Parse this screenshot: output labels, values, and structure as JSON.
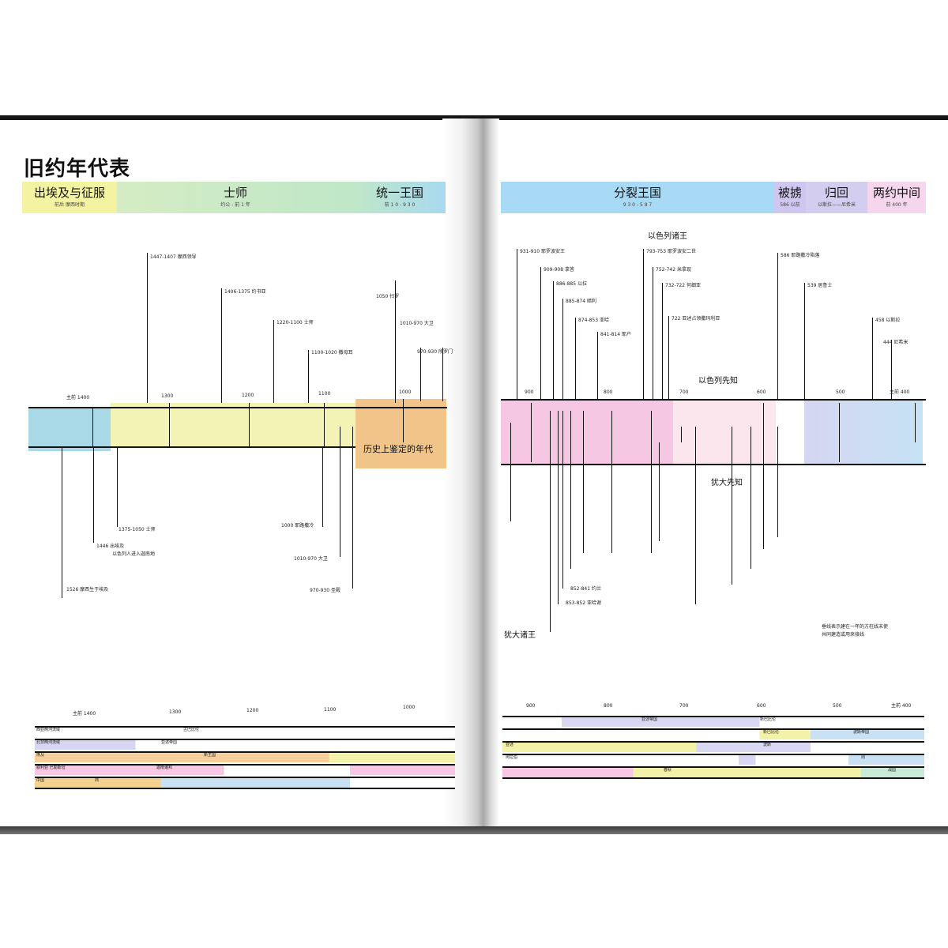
{
  "title": "旧约年代表",
  "left_bands": [
    {
      "label": "出埃及与征服",
      "sub": "前后 摩西时期"
    },
    {
      "label": "士师",
      "sub": "约公 - 前 1 年"
    },
    {
      "label": "统一王国",
      "sub": "前 1 0 - 9 3 0"
    }
  ],
  "right_bands": [
    {
      "label": "分裂王国",
      "sub": "9 3 0 - 5 8 7"
    },
    {
      "label": "被掳",
      "sub": "586 以前"
    },
    {
      "label": "归回",
      "sub": "以斯拉——尼希米"
    },
    {
      "label": "两约中间",
      "sub": "前 400 年"
    }
  ],
  "left_note": "历史上鉴定的年代",
  "right_headings": {
    "israel_kings": "以色列诸王",
    "israel_prophets": "以色列先知",
    "judah_prophets": "犹大先知",
    "judah_kings": "犹大诸王"
  },
  "right_footnote": [
    "垂线表示建在一年的方柱线末使",
    "共同建造或用来接线"
  ],
  "left_scale": [
    "主前 1400",
    "1300",
    "1200",
    "1100",
    "1000"
  ],
  "right_scale": [
    "900",
    "800",
    "700",
    "600",
    "500",
    "主前 400"
  ],
  "left_events": [
    "1447-1407 摩西领导",
    "1406-1375 约书亚",
    "1220-1100 士师",
    "1100-1020 撒母耳",
    "1050 扫罗",
    "1010-970 大卫",
    "970-930 所罗门"
  ],
  "left_lower_events": [
    "1526 摩西生于埃及",
    "1446 出埃及",
    "以色列人进入迦南地",
    "1375-1050 士师",
    "1000 耶路撒冷",
    "1010-970 大卫",
    "970-930 圣殿"
  ],
  "right_events": [
    "931-910 耶罗波安王",
    "909-908 拿答",
    "886-885 以拉",
    "885-874 暗利",
    "874-853 亚哈",
    "853-852 亚哈谢",
    "852-841 约兰",
    "841-814 耶户",
    "793-753 耶罗波安二世",
    "752-742 米拿现",
    "732-722 何细亚",
    "722 亚述占领撒玛利亚",
    "586 耶路撒冷陷落",
    "539 居鲁士",
    "458 以斯拉",
    "444 尼希米"
  ],
  "left_bottom_table": {
    "scale": [
      "主前 1400",
      "1300",
      "1200",
      "1100",
      "1000"
    ],
    "rows": [
      "西亚两河流域",
      "北非两河流域",
      "埃及",
      "叙利亚 巴勒斯坦",
      "中国"
    ],
    "labels": [
      "古巴比伦",
      "亚述帝国",
      "新王国",
      "迦南诸邦",
      "商"
    ]
  },
  "right_bottom_table": {
    "scale": [
      "900",
      "800",
      "700",
      "600",
      "500",
      "主前 400"
    ],
    "rows": [
      "亚述",
      "新巴比伦",
      "波斯",
      "阿拉伯",
      "周"
    ],
    "labels": [
      "亚述帝国",
      "新巴比伦",
      "波斯帝国",
      "春秋",
      "战国"
    ]
  }
}
